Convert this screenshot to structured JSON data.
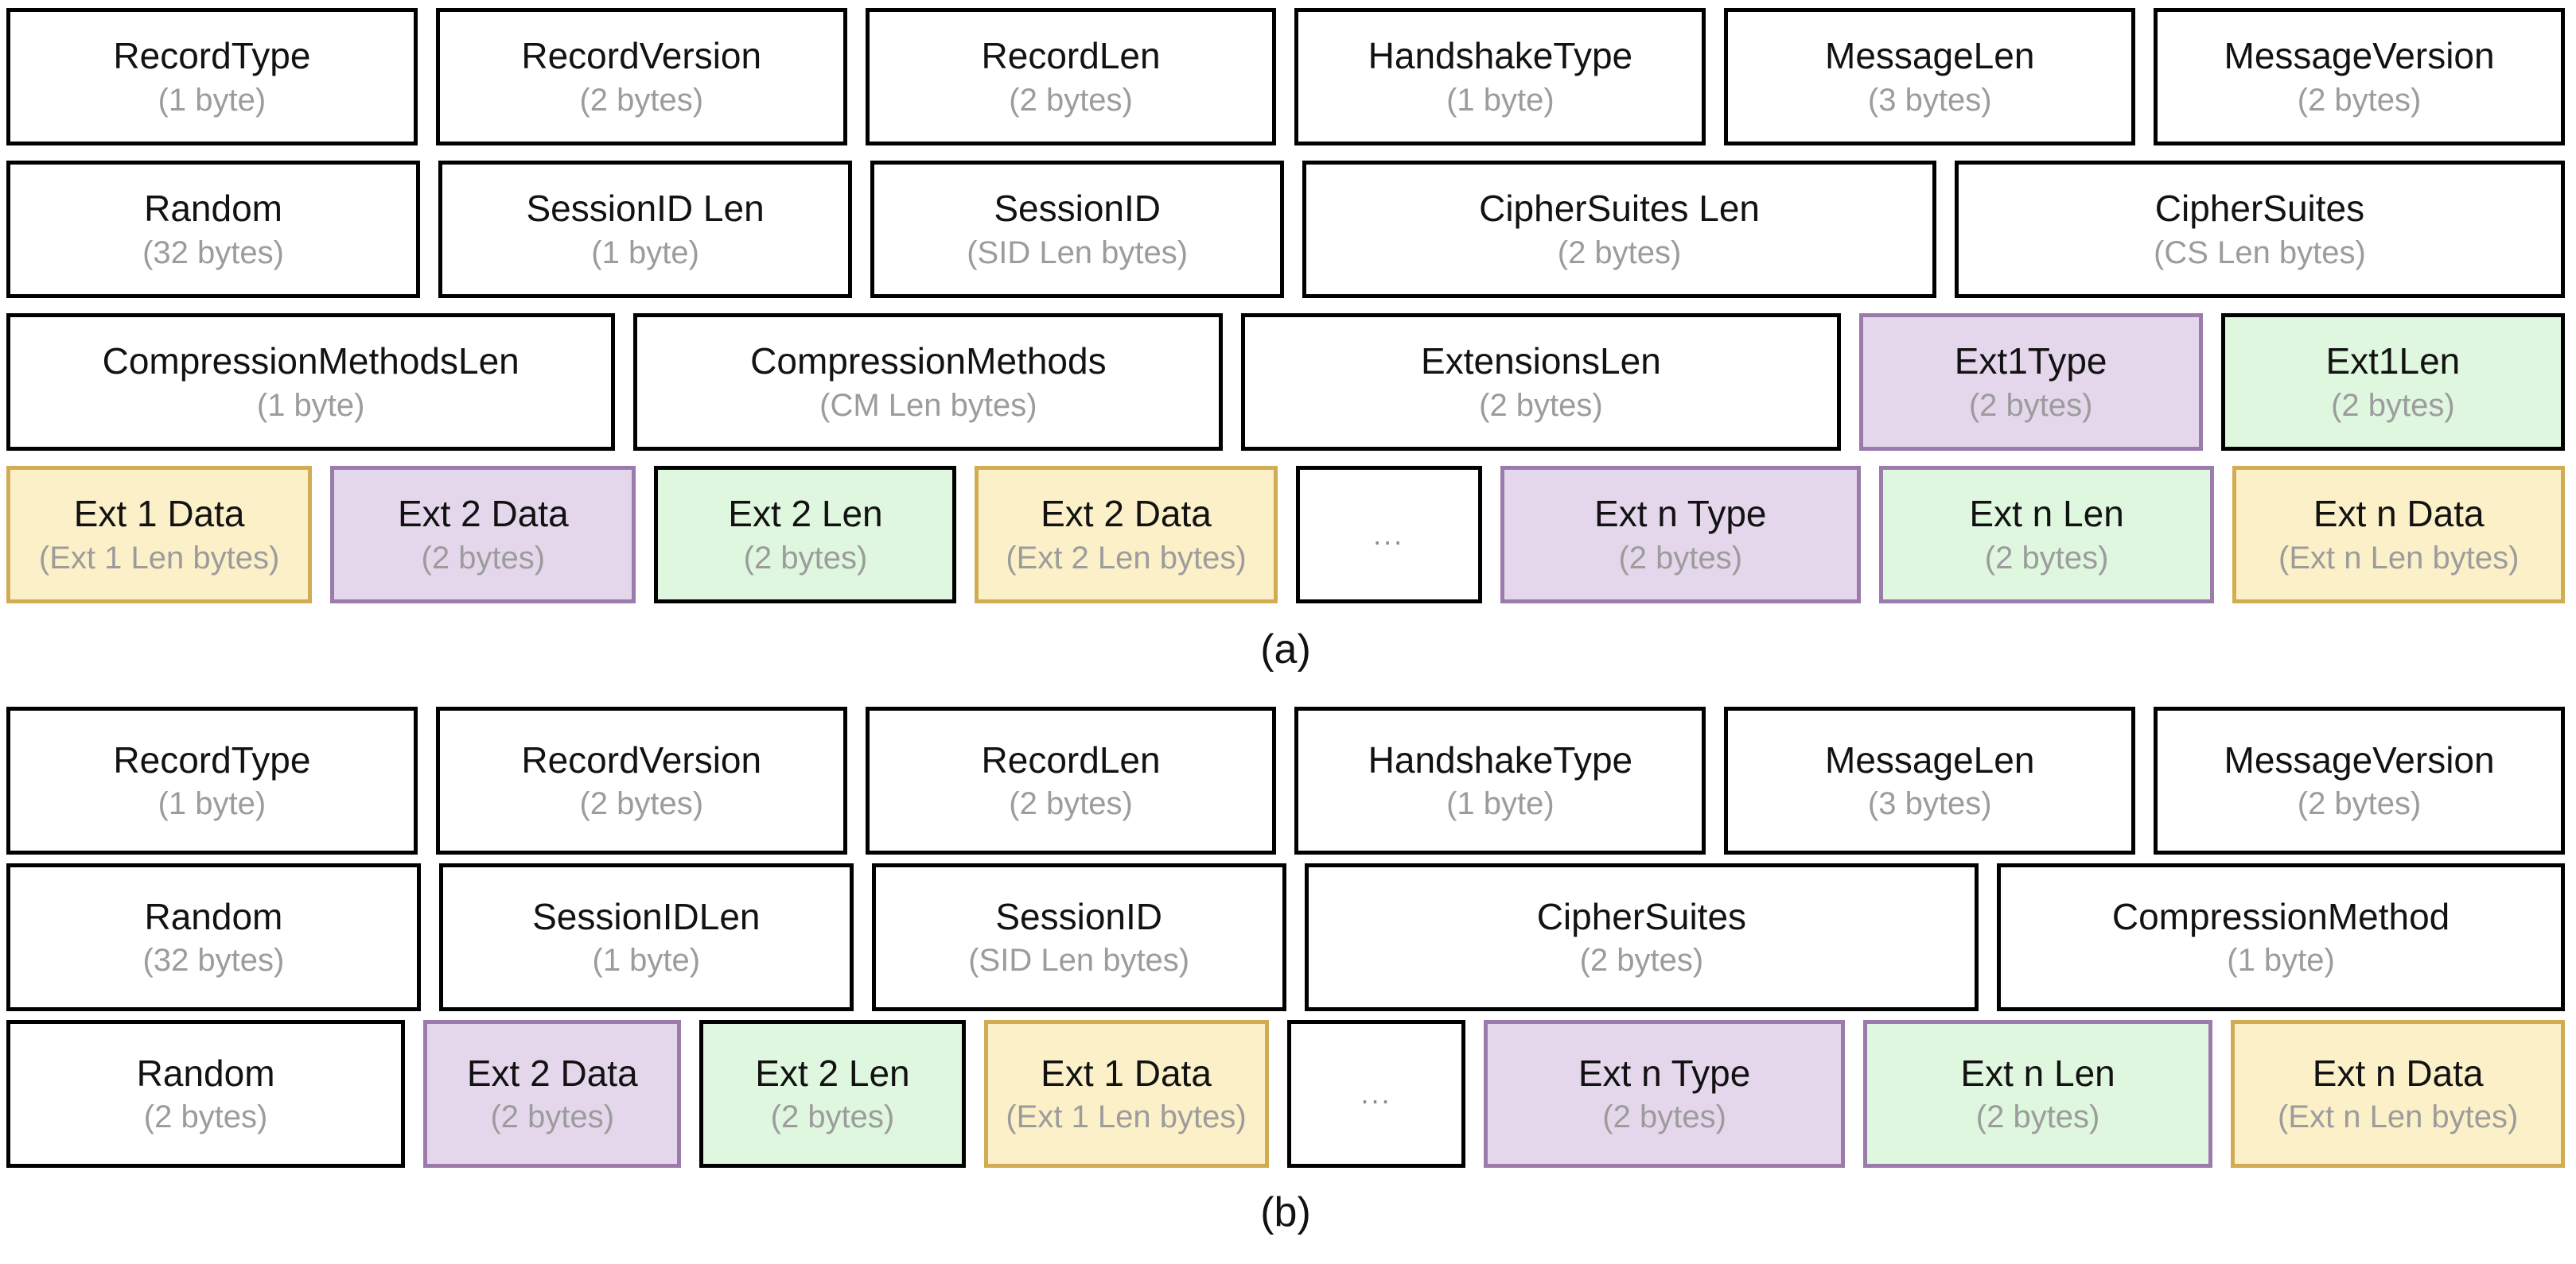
{
  "figure": {
    "colors": {
      "background": "#ffffff",
      "box_border_black": "#000000",
      "purple_fill": "#e5d7eb",
      "purple_border": "#9b7bab",
      "green_fill": "#dff6df",
      "yellow_fill": "#fcf0c8",
      "yellow_border": "#d2ac52",
      "title_text": "#121212",
      "size_text": "#9c9c9c"
    },
    "panels": [
      {
        "caption": "(a)",
        "rows": [
          [
            {
              "title": "RecordType",
              "size": "(1 byte)",
              "style": "plain",
              "w": 1
            },
            {
              "title": "RecordVersion",
              "size": "(2 bytes)",
              "style": "plain",
              "w": 1
            },
            {
              "title": "RecordLen",
              "size": "(2 bytes)",
              "style": "plain",
              "w": 1
            },
            {
              "title": "HandshakeType",
              "size": "(1 byte)",
              "style": "plain",
              "w": 1
            },
            {
              "title": "MessageLen",
              "size": "(3 bytes)",
              "style": "plain",
              "w": 1
            },
            {
              "title": "MessageVersion",
              "size": "(2 bytes)",
              "style": "plain",
              "w": 1
            }
          ],
          [
            {
              "title": "Random",
              "size": "(32 bytes)",
              "style": "plain",
              "w": 1
            },
            {
              "title": "SessionID Len",
              "size": "(1 byte)",
              "style": "plain",
              "w": 1
            },
            {
              "title": "SessionID",
              "size": "(SID Len bytes)",
              "style": "plain",
              "w": 1
            },
            {
              "title": "CipherSuites Len",
              "size": "(2 bytes)",
              "style": "plain",
              "w": 1.56
            },
            {
              "title": "CipherSuites",
              "size": "(CS Len bytes)",
              "style": "plain",
              "w": 1.5
            }
          ],
          [
            {
              "title": "CompressionMethodsLen",
              "size": "(1 byte)",
              "style": "plain",
              "w": 1.82
            },
            {
              "title": "CompressionMethods",
              "size": "(CM Len bytes)",
              "style": "plain",
              "w": 1.76
            },
            {
              "title": "ExtensionsLen",
              "size": "(2 bytes)",
              "style": "plain",
              "w": 1.79
            },
            {
              "title": "Ext1Type",
              "size": "(2 bytes)",
              "style": "purple",
              "w": 1
            },
            {
              "title": "Ext1Len",
              "size": "(2 bytes)",
              "style": "green",
              "w": 1
            }
          ],
          [
            {
              "title": "Ext 1 Data",
              "size": "(Ext 1 Len bytes)",
              "style": "yellow",
              "w": 1.72
            },
            {
              "title": "Ext 2 Data",
              "size": "(2 bytes)",
              "style": "purple",
              "w": 1.72
            },
            {
              "title": "Ext 2 Len",
              "size": "(2 bytes)",
              "style": "green",
              "w": 1.7
            },
            {
              "title": "Ext 2 Data",
              "size": "(Ext 2 Len bytes)",
              "style": "yellow",
              "w": 1.7
            },
            {
              "title": "...",
              "size": "",
              "style": "dots",
              "w": 1
            },
            {
              "title": "Ext n Type",
              "size": "(2 bytes)",
              "style": "purple",
              "w": 2.05
            },
            {
              "title": "Ext n Len",
              "size": "(2 bytes)",
              "style": "green-purple",
              "w": 1.9
            },
            {
              "title": "Ext n Data",
              "size": "(Ext n Len bytes)",
              "style": "yellow",
              "w": 1.88
            }
          ]
        ]
      },
      {
        "caption": "(b)",
        "rows": [
          [
            {
              "title": "RecordType",
              "size": "(1 byte)",
              "style": "plain",
              "w": 1
            },
            {
              "title": "RecordVersion",
              "size": "(2 bytes)",
              "style": "plain",
              "w": 1
            },
            {
              "title": "RecordLen",
              "size": "(2 bytes)",
              "style": "plain",
              "w": 1
            },
            {
              "title": "HandshakeType",
              "size": "(1 byte)",
              "style": "plain",
              "w": 1
            },
            {
              "title": "MessageLen",
              "size": "(3 bytes)",
              "style": "plain",
              "w": 1
            },
            {
              "title": "MessageVersion",
              "size": "(2 bytes)",
              "style": "plain",
              "w": 1
            }
          ],
          [
            {
              "title": "Random",
              "size": "(32 bytes)",
              "style": "plain",
              "w": 1
            },
            {
              "title": "SessionIDLen",
              "size": "(1 byte)",
              "style": "plain",
              "w": 1
            },
            {
              "title": "SessionID",
              "size": "(SID Len bytes)",
              "style": "plain",
              "w": 1
            },
            {
              "title": "CipherSuites",
              "size": "(2 bytes)",
              "style": "plain",
              "w": 1.66
            },
            {
              "title": "CompressionMethod",
              "size": "(1 byte)",
              "style": "plain",
              "w": 1.39
            }
          ],
          [
            {
              "title": "Random",
              "size": "(2 bytes)",
              "style": "plain",
              "w": 2.39
            },
            {
              "title": "Ext 2 Data",
              "size": "(2 bytes)",
              "style": "purple",
              "w": 1.5
            },
            {
              "title": "Ext 2 Len",
              "size": "(2 bytes)",
              "style": "green",
              "w": 1.55
            },
            {
              "title": "Ext 1 Data",
              "size": "(Ext 1 Len bytes)",
              "style": "yellow",
              "w": 1.67
            },
            {
              "title": "...",
              "size": "",
              "style": "dots",
              "w": 1
            },
            {
              "title": "Ext n Type",
              "size": "(2 bytes)",
              "style": "purple",
              "w": 2.15
            },
            {
              "title": "Ext n Len",
              "size": "(2 bytes)",
              "style": "green-purple",
              "w": 2.08
            },
            {
              "title": "Ext n Data",
              "size": "(Ext n Len bytes)",
              "style": "yellow",
              "w": 1.98
            }
          ]
        ]
      }
    ]
  }
}
